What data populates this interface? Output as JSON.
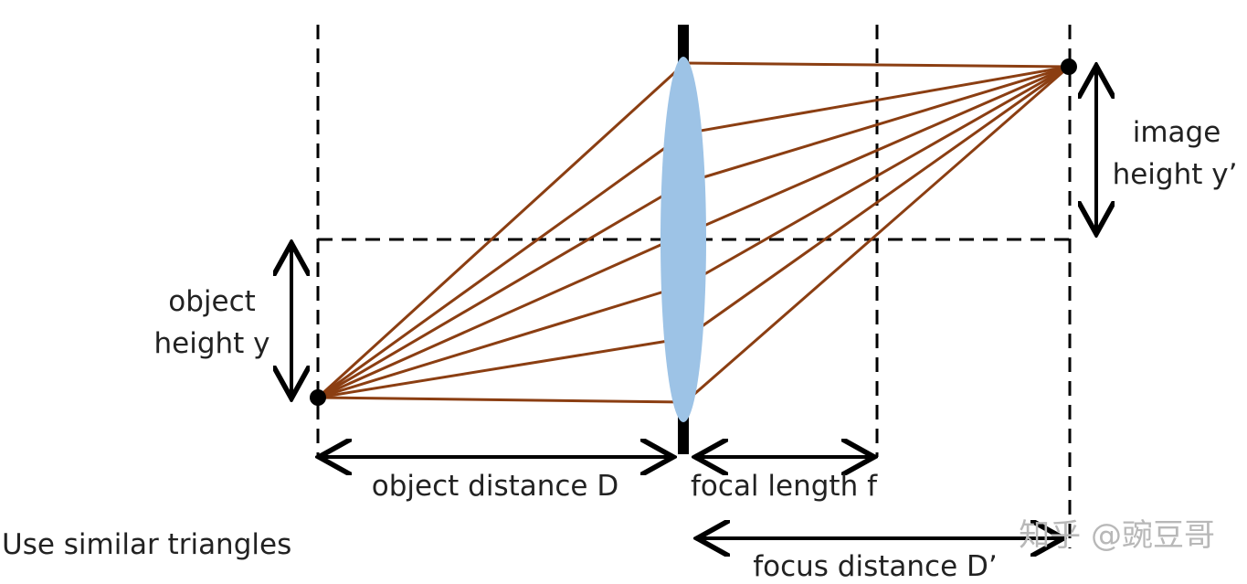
{
  "labels": {
    "object_height_line1": "object",
    "object_height_line2": "height y",
    "image_height_line1": "image",
    "image_height_line2": "height y’",
    "object_distance": "object distance D",
    "focal_length": "focal length f",
    "focus_distance": "focus distance D’",
    "caption": "Use similar triangles"
  },
  "watermark": "知乎 @豌豆哥",
  "colors": {
    "rays": "#8b3e12",
    "lens": "#9dc3e6",
    "lines": "#000000"
  }
}
